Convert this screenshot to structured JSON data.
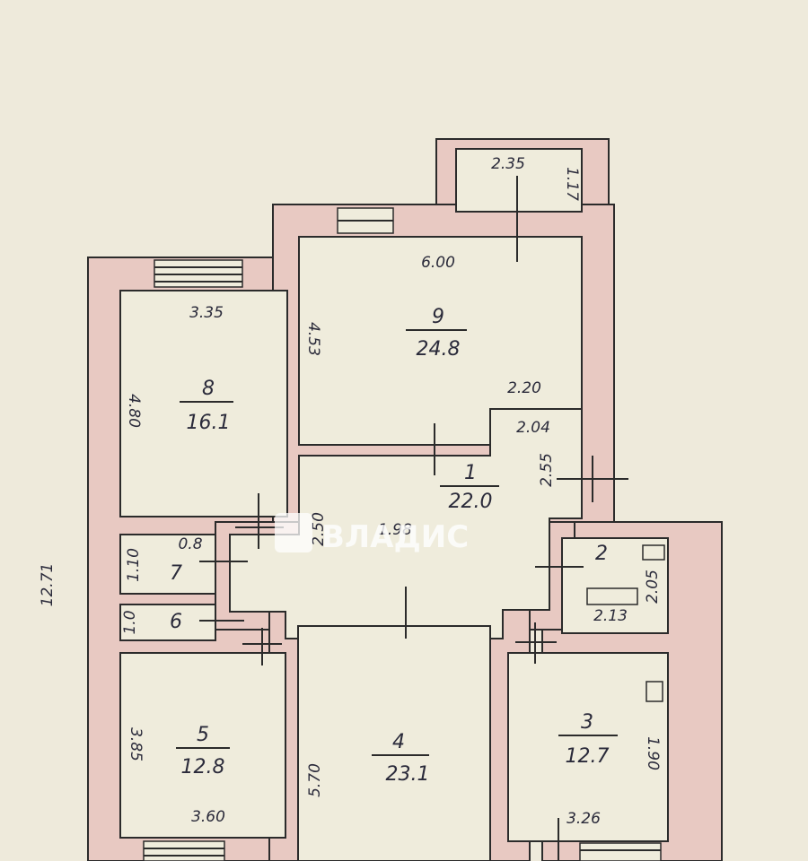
{
  "plan": {
    "overall": "12.71",
    "rooms": [
      {
        "number": "1",
        "area": "22.0"
      },
      {
        "number": "2",
        "area": ""
      },
      {
        "number": "3",
        "area": "12.7"
      },
      {
        "number": "4",
        "area": "23.1"
      },
      {
        "number": "5",
        "area": "12.8"
      },
      {
        "number": "6",
        "area": ""
      },
      {
        "number": "7",
        "area": ""
      },
      {
        "number": "8",
        "area": "16.1"
      },
      {
        "number": "9",
        "area": "24.8"
      }
    ],
    "dims": {
      "balcony_w": "2.35",
      "balcony_h": "1.17",
      "r9_w": "6.00",
      "r9_h": "4.53",
      "r8_w": "3.35",
      "r8_h": "4.80",
      "r1_a": "2.20",
      "r1_b": "2.04",
      "r1_c": "2.55",
      "r1_d": "2.50",
      "r1_e": "1.98",
      "r7_a": "0.8",
      "r7_b": "1.10",
      "r6_a": "1.0",
      "r2_a": "2.05",
      "r2_b": "2.13",
      "r5_h": "3.85",
      "r5_w": "3.60",
      "r4_h": "5.70",
      "r3_h": "1.90",
      "r3_w": "3.26"
    },
    "watermark": "ВЛАДИС"
  }
}
